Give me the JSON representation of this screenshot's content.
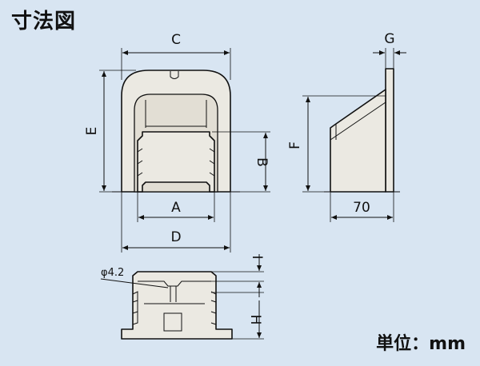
{
  "title": "寸法図",
  "unit_label": "単位：mm",
  "dimensions": {
    "A": "A",
    "B": "B",
    "C": "C",
    "D": "D",
    "E": "E",
    "F": "F",
    "G": "G",
    "H": "H",
    "I": "I",
    "side_depth": "70",
    "hole_diameter": "φ4.2"
  },
  "colors": {
    "background": "#d8e5f2",
    "part_fill": "#ebe9e2",
    "line": "#111111"
  }
}
